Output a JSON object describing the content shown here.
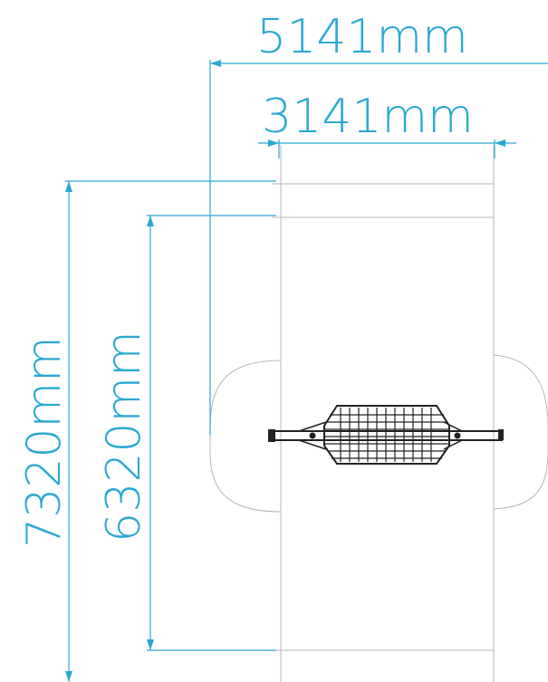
{
  "dimensions": {
    "overall_width": "5141mm",
    "inner_width": "3141mm",
    "overall_length": "7320mm",
    "inner_length": "6320mm"
  },
  "colors": {
    "dimension": "#2aa8d2",
    "outline": "#b5b5b5",
    "equipment": "#222222"
  }
}
